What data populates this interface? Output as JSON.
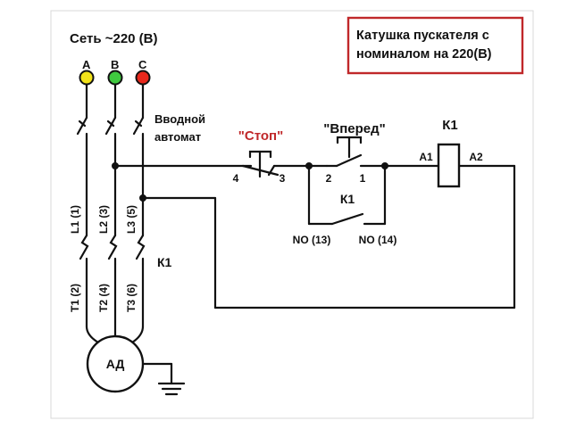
{
  "supply": {
    "title": "Сеть ~220 (В)"
  },
  "phases": [
    {
      "label": "A",
      "color": "#f2e21a"
    },
    {
      "label": "B",
      "color": "#3fc93f"
    },
    {
      "label": "C",
      "color": "#e8281c"
    }
  ],
  "breaker": {
    "label_line1": "Вводной",
    "label_line2": "автомат"
  },
  "line_terminals": [
    "L1 (1)",
    "L2 (3)",
    "L3 (5)"
  ],
  "load_terminals": [
    "T1 (2)",
    "T2 (4)",
    "T3 (6)"
  ],
  "contactor_main": {
    "label": "К1"
  },
  "motor": {
    "label": "АД"
  },
  "stop_button": {
    "label": "\"Стоп\"",
    "pin_left": "4",
    "pin_right": "3"
  },
  "forward_button": {
    "label": "\"Вперед\"",
    "pin_left": "2",
    "pin_right": "1"
  },
  "aux_contact": {
    "label": "К1",
    "no_left": "NO (13)",
    "no_right": "NO (14)"
  },
  "coil": {
    "label": "К1",
    "pin_left": "A1",
    "pin_right": "A2"
  },
  "note": {
    "line1": "Катушка пускателя с",
    "line2": "номиналом на 220(В)",
    "border_color": "#c0282a"
  }
}
